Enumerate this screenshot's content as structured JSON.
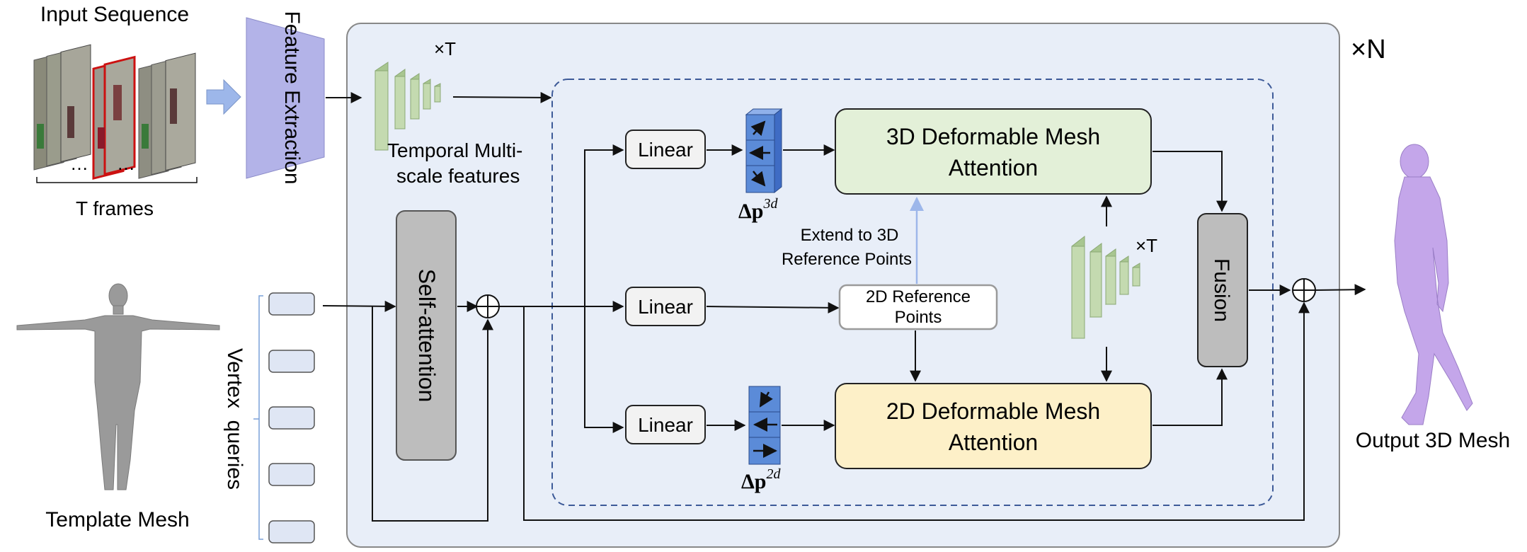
{
  "input": {
    "title": "Input Sequence",
    "dots": "…",
    "frames_label": "T frames"
  },
  "feature_extraction": "Feature Extraction",
  "temporal": {
    "repeat": "×T",
    "line1": "Temporal Multi-",
    "line2": "scale features"
  },
  "repeat_n": "×N",
  "template_mesh": "Template Mesh",
  "vertex_queries": "Vertex  queries",
  "self_attention": "Self-attention",
  "linear": [
    "Linear",
    "Linear",
    "Linear"
  ],
  "delta_3d": {
    "base": "Δp",
    "sup": "3d"
  },
  "delta_2d": {
    "base": "Δp",
    "sup": "2d"
  },
  "attn3d": {
    "line1": "3D Deformable Mesh",
    "line2": "Attention"
  },
  "attn2d": {
    "line1": "2D Deformable Mesh",
    "line2": "Attention"
  },
  "ref2d": {
    "line1": "2D Reference",
    "line2": "Points"
  },
  "extend": {
    "line1": "Extend to 3D",
    "line2": "Reference Points"
  },
  "fusion": "Fusion",
  "repeat_t2": "×T",
  "output_mesh": "Output 3D Mesh",
  "colors": {
    "panel_bg": "#e8eef8",
    "feature_purple": "#b3b3e8",
    "green_block": "#b5cf9e",
    "blue_cube": "#5b8bd8",
    "attn3d_fill": "#e3f0d8",
    "attn2d_fill": "#fdf0c8",
    "gray_block": "#bdbdbd",
    "light_blue_arrow": "#9db7ea",
    "mesh_gray": "#9a9a9a",
    "mesh_purple": "#c4a6ea"
  }
}
